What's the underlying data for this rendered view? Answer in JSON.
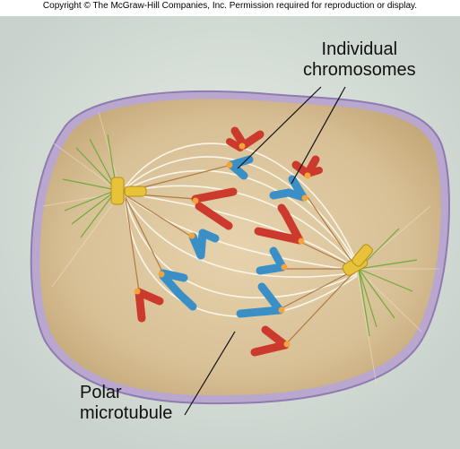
{
  "copyright": "Copyright © The McGraw-Hill Companies, Inc. Permission required for reproduction or display.",
  "labels": {
    "individual_line1": "Individual",
    "individual_line2": "chromosomes",
    "polar_line1": "Polar",
    "polar_line2": "microtubule"
  },
  "colors": {
    "cell_fill": "#d9c39a",
    "membrane": "#b9a7cf",
    "chromosome_red": "#cc3a2e",
    "chromosome_blue": "#3a8fc6",
    "centromere": "#f3a43a",
    "centriole": "#e8c33a",
    "aster": "#6faa3a"
  }
}
